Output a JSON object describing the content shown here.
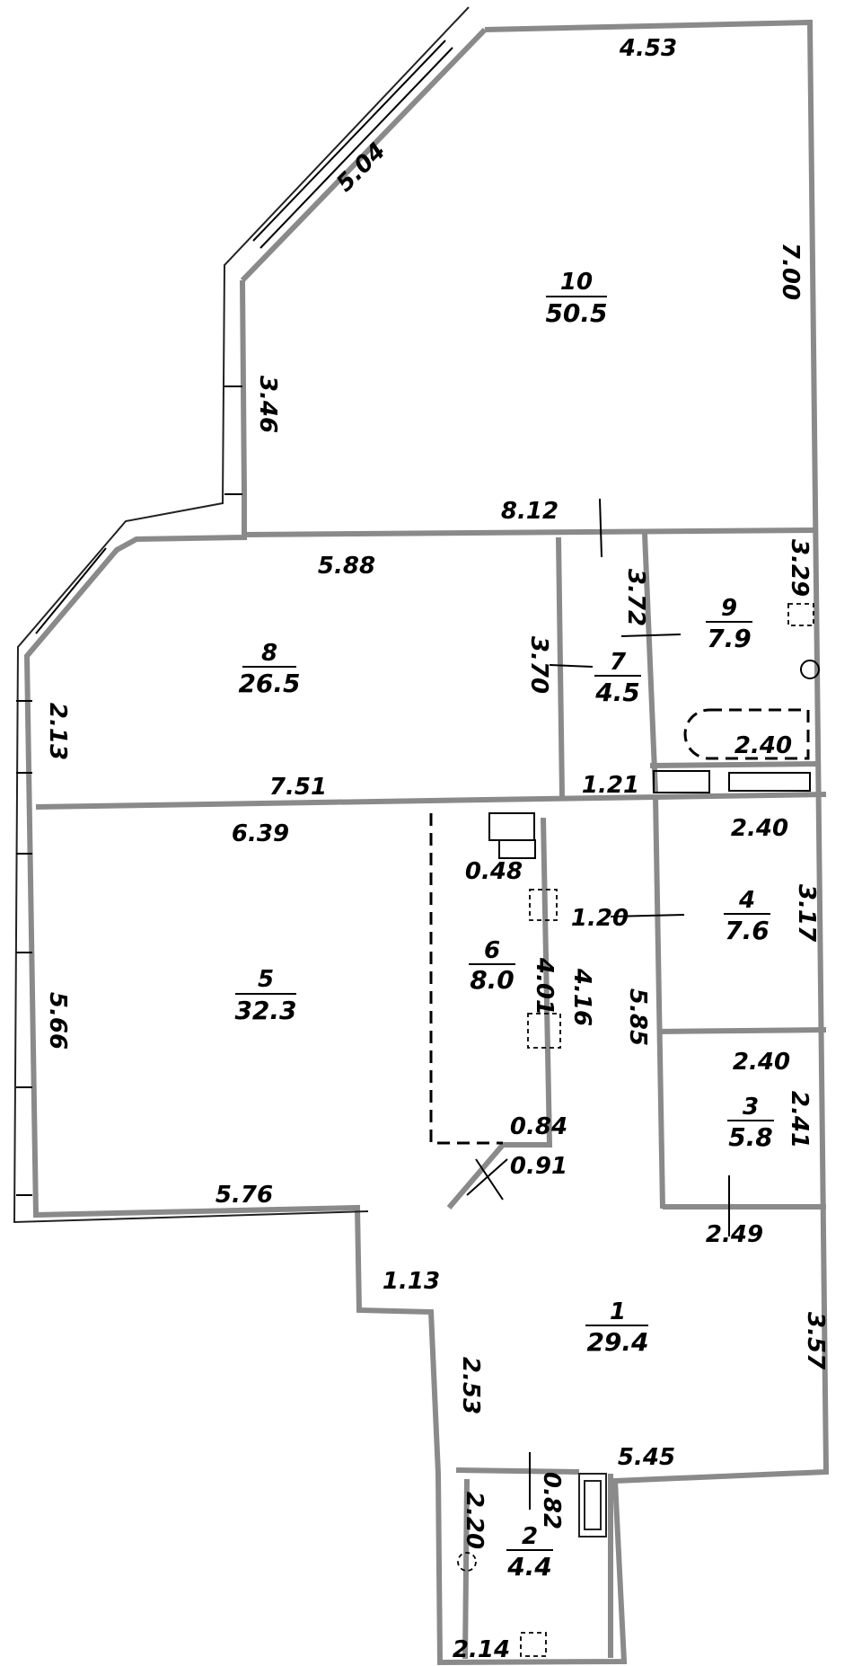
{
  "rooms": [
    {
      "number": "1",
      "area": "29.4"
    },
    {
      "number": "2",
      "area": "4.4"
    },
    {
      "number": "3",
      "area": "5.8"
    },
    {
      "number": "4",
      "area": "7.6"
    },
    {
      "number": "5",
      "area": "32.3"
    },
    {
      "number": "6",
      "area": "8.0"
    },
    {
      "number": "7",
      "area": "4.5"
    },
    {
      "number": "8",
      "area": "26.5"
    },
    {
      "number": "9",
      "area": "7.9"
    },
    {
      "number": "10",
      "area": "50.5"
    }
  ],
  "dimensions": [
    "4.53",
    "5.04",
    "7.00",
    "3.46",
    "8.12",
    "5.88",
    "3.72",
    "3.29",
    "3.70",
    "2.13",
    "2.40",
    "7.51",
    "1.21",
    "6.39",
    "0.48",
    "2.40",
    "1.20",
    "3.17",
    "4.01",
    "4.16",
    "5.85",
    "5.66",
    "2.40",
    "2.41",
    "0.84",
    "0.91",
    "5.76",
    "2.49",
    "1.13",
    "3.57",
    "2.53",
    "5.45",
    "0.82",
    "2.20",
    "2.14"
  ]
}
